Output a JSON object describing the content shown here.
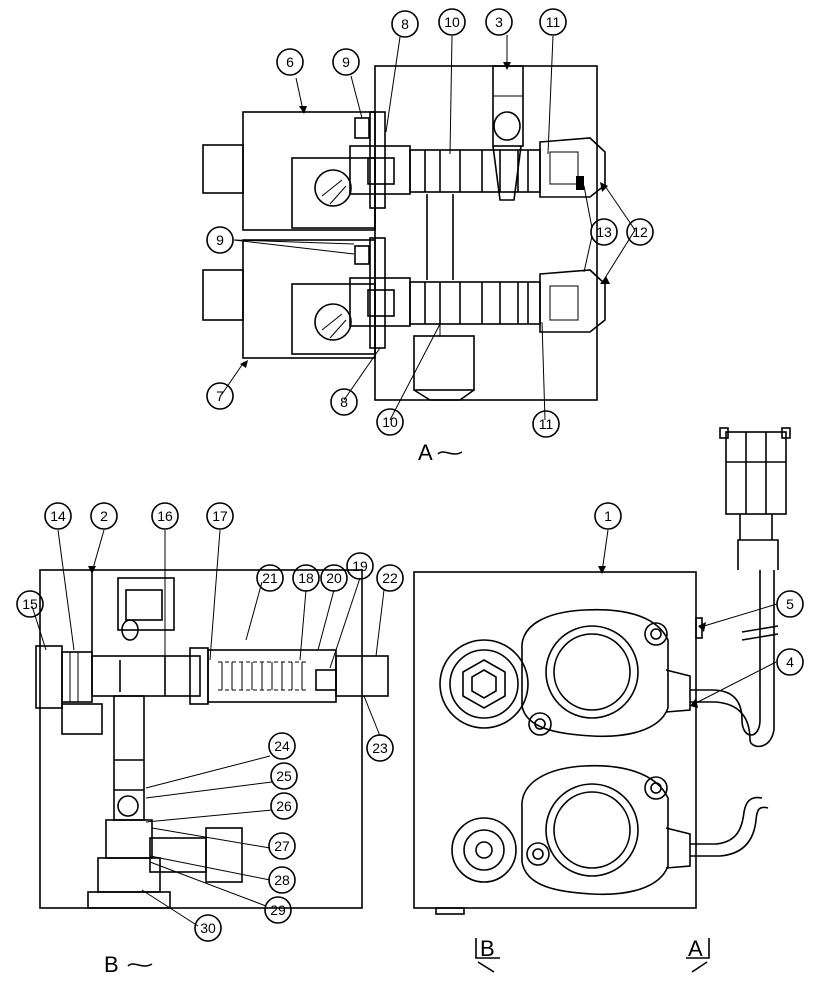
{
  "callouts": {
    "c1": "1",
    "c2": "2",
    "c3": "3",
    "c4": "4",
    "c5": "5",
    "c6": "6",
    "c7": "7",
    "c8a": "8",
    "c8b": "8",
    "c9a": "9",
    "c9b": "9",
    "c10a": "10",
    "c10b": "10",
    "c11a": "11",
    "c11b": "11",
    "c12": "12",
    "c13": "13",
    "c14": "14",
    "c15": "15",
    "c16": "16",
    "c17": "17",
    "c18": "18",
    "c19": "19",
    "c20": "20",
    "c21": "21",
    "c22": "22",
    "c23": "23",
    "c24": "24",
    "c25": "25",
    "c26": "26",
    "c27": "27",
    "c28": "28",
    "c29": "29",
    "c30": "30"
  },
  "views": {
    "view_a": "A",
    "view_b": "B",
    "section_b": "B",
    "section_a": "A"
  }
}
